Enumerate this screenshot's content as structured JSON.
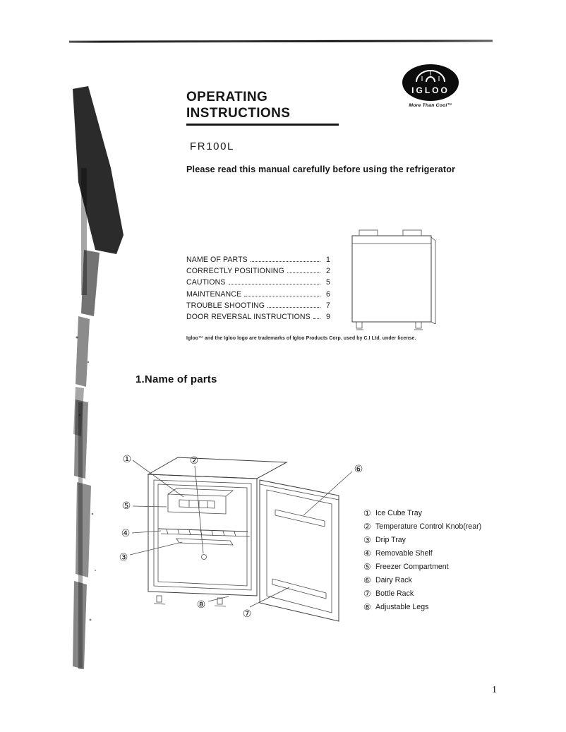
{
  "page": {
    "number": "1"
  },
  "header": {
    "title_line1": "OPERATING",
    "title_line2": "INSTRUCTIONS",
    "model": "FR100L",
    "notice": "Please read this manual carefully before using the refrigerator"
  },
  "logo": {
    "brand": "IGLOO",
    "tagline": "More Than Cool™"
  },
  "toc": {
    "items": [
      {
        "label": "NAME OF PARTS",
        "page": "1"
      },
      {
        "label": "CORRECTLY POSITIONING",
        "page": "2"
      },
      {
        "label": "CAUTIONS",
        "page": "5"
      },
      {
        "label": "MAINTENANCE",
        "page": "6"
      },
      {
        "label": "TROUBLE SHOOTING",
        "page": "7"
      },
      {
        "label": "DOOR REVERSAL INSTRUCTIONS",
        "page": "9"
      }
    ]
  },
  "trademark_line": "Igloo™ and the Igloo logo are trademarks of Igloo Products Corp. used by C.I Ltd. under license.",
  "section1": {
    "title": "1.Name of parts",
    "parts": [
      {
        "num": "①",
        "label": "Ice Cube Tray"
      },
      {
        "num": "②",
        "label": "Temperature Control Knob(rear)"
      },
      {
        "num": "③",
        "label": "Drip Tray"
      },
      {
        "num": "④",
        "label": "Removable Shelf"
      },
      {
        "num": "⑤",
        "label": "Freezer Compartment"
      },
      {
        "num": "⑥",
        "label": "Dairy Rack"
      },
      {
        "num": "⑦",
        "label": "Bottle Rack"
      },
      {
        "num": "⑧",
        "label": "Adjustable Legs"
      }
    ]
  }
}
